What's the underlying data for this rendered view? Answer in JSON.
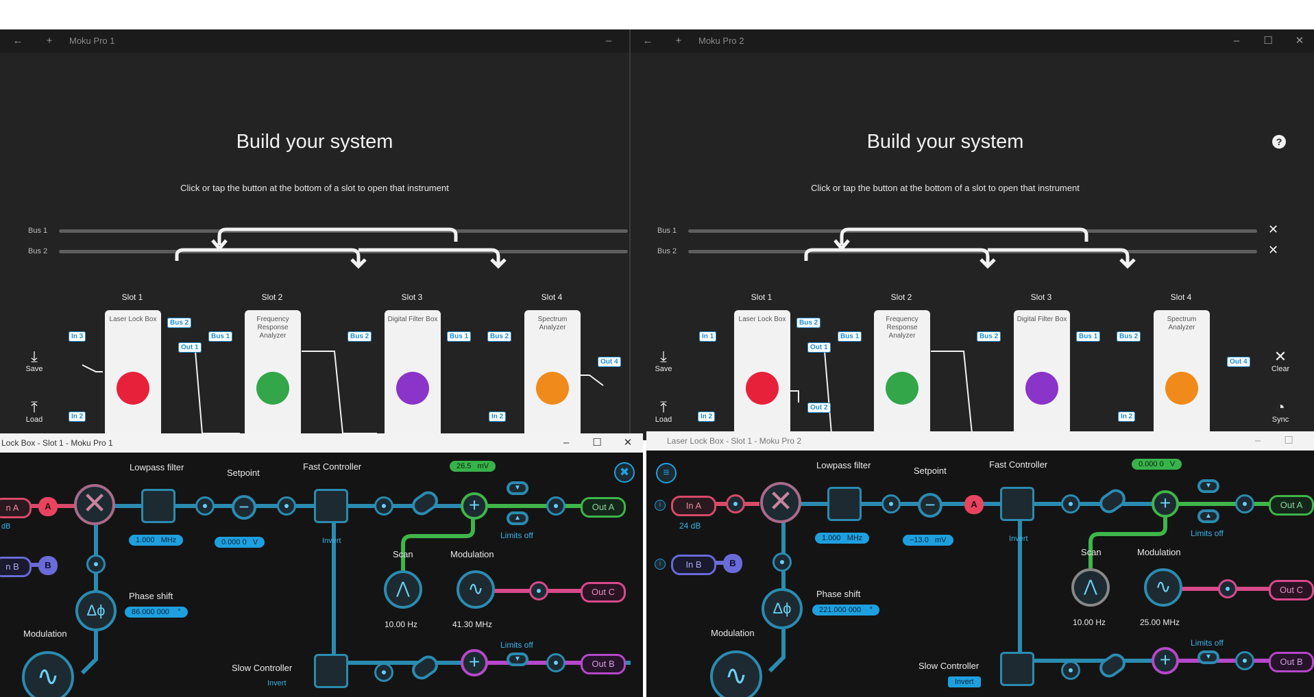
{
  "win1": {
    "title": "Moku Pro 1",
    "header": "Build your system",
    "subtitle": "Click or tap the button at the bottom of a slot to open that instrument",
    "bus1": "Bus 1",
    "bus2": "Bus 2",
    "slots": [
      {
        "label": "Slot 1",
        "name": "Laser Lock Box",
        "color": "#e8213a"
      },
      {
        "label": "Slot 2",
        "name": "Frequency Response Analyzer",
        "color": "#33a64a"
      },
      {
        "label": "Slot 3",
        "name": "Digital Filter Box",
        "color": "#8a34c9"
      },
      {
        "label": "Slot 4",
        "name": "Spectrum Analyzer",
        "color": "#f08a1a"
      }
    ],
    "tags": {
      "in3": "In 3",
      "bus2a": "Bus 2",
      "out1": "Out 1",
      "bus1a": "Bus 1",
      "bus2b": "Bus 2",
      "bus1b": "Bus 1",
      "bus2c": "Bus 2",
      "out4": "Out 4",
      "in2a": "In 2",
      "in2b": "In 2"
    },
    "save": "Save",
    "load": "Load"
  },
  "win2": {
    "title": "Moku Pro 2",
    "header": "Build your system",
    "subtitle": "Click or tap the button at the bottom of a slot to open that instrument",
    "bus1": "Bus 1",
    "bus2": "Bus 2",
    "slots": [
      {
        "label": "Slot 1",
        "name": "Laser Lock Box"
      },
      {
        "label": "Slot 2",
        "name": "Frequency Response Analyzer"
      },
      {
        "label": "Slot 3",
        "name": "Digital Filter Box"
      },
      {
        "label": "Slot 4",
        "name": "Spectrum Analyzer"
      }
    ],
    "tags": {
      "in1": "In 1",
      "bus2a": "Bus 2",
      "out1": "Out 1",
      "out2": "Out 2",
      "bus1a": "Bus 1",
      "bus2b": "Bus 2",
      "bus1b": "Bus 1",
      "bus2c": "Bus 2",
      "out4": "Out 4",
      "in2a": "In 2",
      "in2b": "In 2"
    },
    "save": "Save",
    "load": "Load",
    "clear": "Clear",
    "sync": "Sync"
  },
  "llb1": {
    "title": "Lock Box - Slot 1 - Moku Pro 1",
    "in_a": "n A",
    "in_a_gain": "dB",
    "in_b": "n B",
    "a": "A",
    "b": "B",
    "lowpass": "Lowpass filter",
    "lowpass_val": "1.000",
    "lowpass_unit": "MHz",
    "setpoint": "Setpoint",
    "setpoint_val": "0.000 0",
    "setpoint_unit": "V",
    "fast": "Fast Controller",
    "invert": "Invert",
    "meter_val": "26.5",
    "meter_unit": "mV",
    "limits1": "Limits off",
    "limits2": "Limits off",
    "out_a": "Out A",
    "out_b": "Out B",
    "out_c": "Out C",
    "scan": "Scan",
    "scan_val": "10.00 Hz",
    "modulation": "Modulation",
    "mod_val": "41.30 MHz",
    "phase": "Phase shift",
    "phase_val": "86.000 000",
    "phase_unit": "°",
    "modulation2": "Modulation",
    "slow": "Slow Controller",
    "slow_invert": "Invert"
  },
  "llb2": {
    "title": "Laser Lock Box - Slot 1 - Moku Pro 2",
    "in_a": "In A",
    "in_a_gain": "24 dB",
    "in_b": "In B",
    "a": "A",
    "b": "B",
    "lowpass": "Lowpass filter",
    "lowpass_val": "1.000",
    "lowpass_unit": "MHz",
    "setpoint": "Setpoint",
    "setpoint_val": "−13.0",
    "setpoint_unit": "mV",
    "fast": "Fast Controller",
    "invert": "Invert",
    "meter_val": "0.000 0",
    "meter_unit": "V",
    "limits1": "Limits off",
    "limits2": "Limits off",
    "out_a": "Out A",
    "out_b": "Out B",
    "out_c": "Out C",
    "scan": "Scan",
    "scan_val": "10.00 Hz",
    "modulation": "Modulation",
    "mod_val": "25.00 MHz",
    "phase": "Phase shift",
    "phase_val": "221.000 000",
    "phase_unit": "°",
    "modulation2": "Modulation",
    "slow": "Slow Controller",
    "slow_invert": "Invert"
  }
}
